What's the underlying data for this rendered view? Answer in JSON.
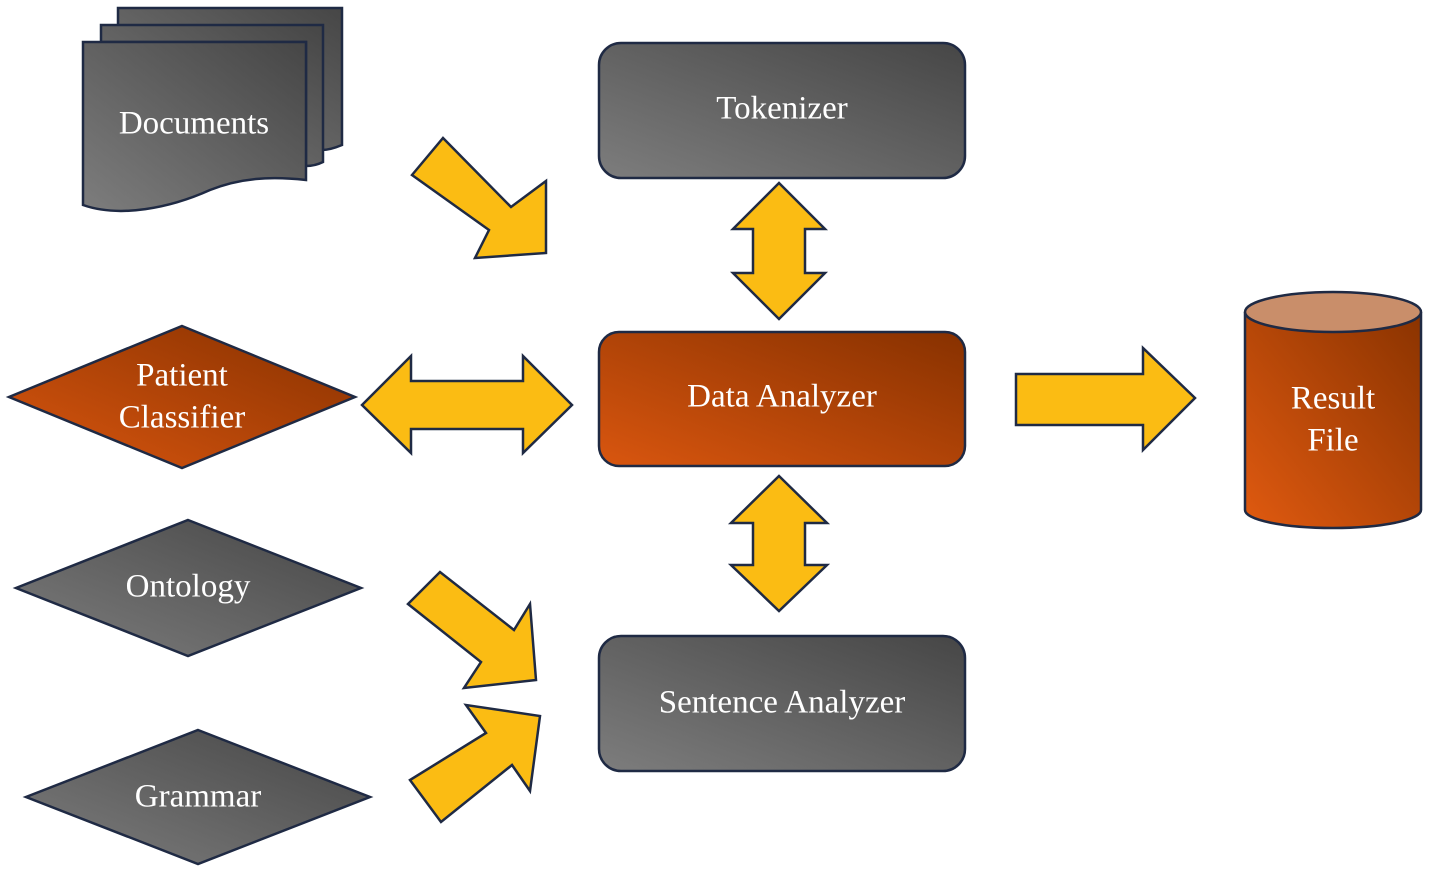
{
  "colors": {
    "gray_dark": "#4a4a4a",
    "gray_light": "#7a7a7a",
    "orange_dark": "#8a3200",
    "orange_light": "#d9560f",
    "arrow": "#fbbc13",
    "outline": "#1f2a44"
  },
  "nodes": {
    "documents": "Documents",
    "tokenizer": "Tokenizer",
    "patient_classifier_line1": "Patient",
    "patient_classifier_line2": "Classifier",
    "data_analyzer": "Data Analyzer",
    "result_file_line1": "Result",
    "result_file_line2": "File",
    "ontology": "Ontology",
    "sentence_analyzer": "Sentence Analyzer",
    "grammar": "Grammar"
  }
}
